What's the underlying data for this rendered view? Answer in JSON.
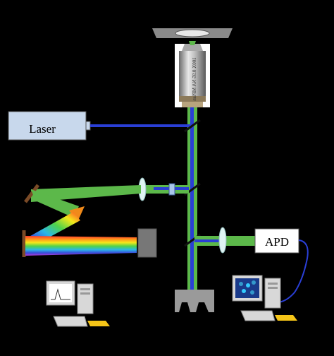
{
  "labels": {
    "laser": "Laser",
    "apd": "APD"
  },
  "objective": {
    "text": "100X 0.95 NA MPlan"
  },
  "colors": {
    "background": "#000000",
    "green_beam": "#5cb84a",
    "blue_beam": "#2a3fd6",
    "laser_box": "#c8d8ec",
    "apd_box": "#ffffff",
    "mirror": "#7a4a26",
    "prism": "#f08a1a",
    "lens": "#dff3f3",
    "stage": "#333333",
    "detector_block": "#777777"
  },
  "icons": [
    "objective-lens-icon",
    "computer-icon",
    "spectrometer-computer-icon",
    "grating-icon",
    "prism-icon",
    "mirror-icon",
    "lens-icon",
    "ccd-icon",
    "sample-stage-icon",
    "xy-stage-icon"
  ]
}
